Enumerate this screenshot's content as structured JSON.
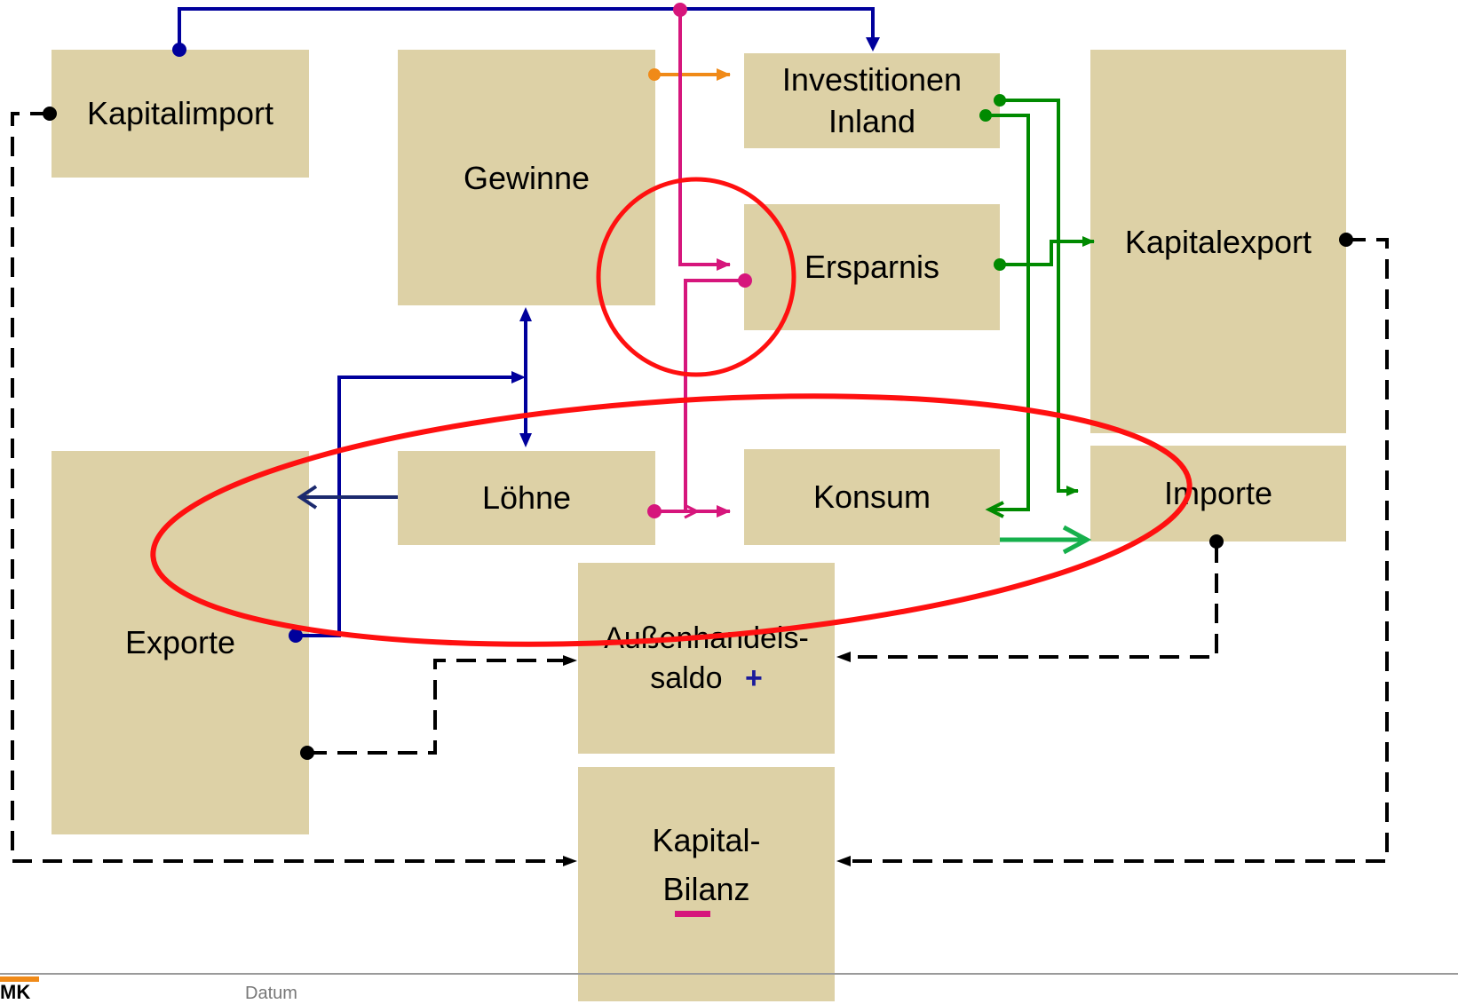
{
  "boxes": {
    "kapitalimport": "Kapitalimport",
    "gewinne": "Gewinne",
    "investitionen_line1": "Investitionen",
    "investitionen_line2": "Inland",
    "ersparnis": "Ersparnis",
    "kapitalexport": "Kapitalexport",
    "loehne": "Löhne",
    "konsum": "Konsum",
    "importe": "Importe",
    "exporte": "Exporte",
    "aussenhandel_line1": "Außenhandels-",
    "aussenhandel_line2": "saldo",
    "aussenhandel_sign": "+",
    "kapitalbilanz_line1": "Kapital-",
    "kapitalbilanz_line2": "Bilanz"
  },
  "footer": {
    "logo": "MK",
    "date": "Datum"
  },
  "colors": {
    "box_fill": "#ddd1a6",
    "blue_flow": "#00009c",
    "magenta_flow": "#d6167c",
    "green_flow": "#008a00",
    "bright_green_flow": "#16b04c",
    "orange_flow": "#f08a18",
    "dashed_flow": "#000000",
    "highlight_ellipse": "#ff1010",
    "logo_accent": "#f08a18"
  }
}
